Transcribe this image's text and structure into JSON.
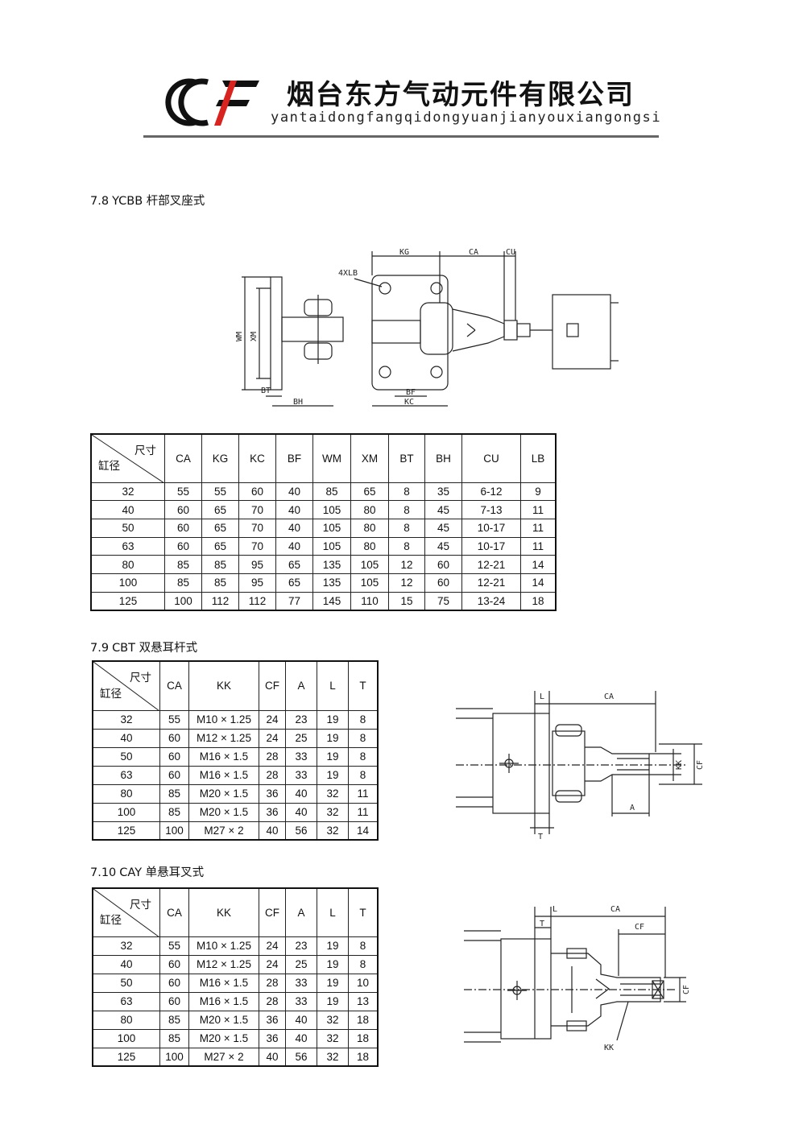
{
  "header": {
    "company_cn": "烟台东方气动元件有限公司",
    "company_en": "yantaidongfangqidongyuanjianyouxiangongsi"
  },
  "sections": [
    {
      "number": "7.8",
      "title": "YCBB 杆部叉座式",
      "corner_top": "尺寸",
      "corner_bottom": "缸径",
      "columns": [
        "CA",
        "KG",
        "KC",
        "BF",
        "WM",
        "XM",
        "BT",
        "BH",
        "CU",
        "LB"
      ],
      "rows": [
        [
          "32",
          "55",
          "55",
          "60",
          "40",
          "85",
          "65",
          "8",
          "35",
          "6-12",
          "9"
        ],
        [
          "40",
          "60",
          "65",
          "70",
          "40",
          "105",
          "80",
          "8",
          "45",
          "7-13",
          "11"
        ],
        [
          "50",
          "60",
          "65",
          "70",
          "40",
          "105",
          "80",
          "8",
          "45",
          "10-17",
          "11"
        ],
        [
          "63",
          "60",
          "65",
          "70",
          "40",
          "105",
          "80",
          "8",
          "45",
          "10-17",
          "11"
        ],
        [
          "80",
          "85",
          "85",
          "95",
          "65",
          "135",
          "105",
          "12",
          "60",
          "12-21",
          "14"
        ],
        [
          "100",
          "85",
          "85",
          "95",
          "65",
          "135",
          "105",
          "12",
          "60",
          "12-21",
          "14"
        ],
        [
          "125",
          "100",
          "112",
          "112",
          "77",
          "145",
          "110",
          "15",
          "75",
          "13-24",
          "18"
        ]
      ],
      "drawing_labels": [
        "KG",
        "CA",
        "CU",
        "4XLB",
        "WM",
        "XM",
        "BT",
        "BH",
        "BF",
        "KC"
      ]
    },
    {
      "number": "7.9",
      "title": "CBT 双悬耳杆式",
      "corner_top": "尺寸",
      "corner_bottom": "缸径",
      "columns": [
        "CA",
        "KK",
        "CF",
        "A",
        "L",
        "T"
      ],
      "rows": [
        [
          "32",
          "55",
          "M10 × 1.25",
          "24",
          "23",
          "19",
          "8"
        ],
        [
          "40",
          "60",
          "M12 × 1.25",
          "24",
          "25",
          "19",
          "8"
        ],
        [
          "50",
          "60",
          "M16 × 1.5",
          "28",
          "33",
          "19",
          "8"
        ],
        [
          "63",
          "60",
          "M16 × 1.5",
          "28",
          "33",
          "19",
          "8"
        ],
        [
          "80",
          "85",
          "M20 × 1.5",
          "36",
          "40",
          "32",
          "11"
        ],
        [
          "100",
          "85",
          "M20 × 1.5",
          "36",
          "40",
          "32",
          "11"
        ],
        [
          "125",
          "100",
          "M27 × 2",
          "40",
          "56",
          "32",
          "14"
        ]
      ],
      "drawing_labels": [
        "L",
        "CA",
        "KK",
        "CF",
        "A",
        "T"
      ]
    },
    {
      "number": "7.10",
      "title": "CAY 单悬耳叉式",
      "corner_top": "尺寸",
      "corner_bottom": "缸径",
      "columns": [
        "CA",
        "KK",
        "CF",
        "A",
        "L",
        "T"
      ],
      "rows": [
        [
          "32",
          "55",
          "M10 × 1.25",
          "24",
          "23",
          "19",
          "8"
        ],
        [
          "40",
          "60",
          "M12 × 1.25",
          "24",
          "25",
          "19",
          "8"
        ],
        [
          "50",
          "60",
          "M16 × 1.5",
          "28",
          "33",
          "19",
          "10"
        ],
        [
          "63",
          "60",
          "M16 × 1.5",
          "28",
          "33",
          "19",
          "13"
        ],
        [
          "80",
          "85",
          "M20 × 1.5",
          "36",
          "40",
          "32",
          "18"
        ],
        [
          "100",
          "85",
          "M20 × 1.5",
          "36",
          "40",
          "32",
          "18"
        ],
        [
          "125",
          "100",
          "M27 × 2",
          "40",
          "56",
          "32",
          "18"
        ]
      ],
      "drawing_labels": [
        "L",
        "CA",
        "T",
        "CF",
        "CF",
        "KK"
      ]
    }
  ],
  "colors": {
    "logo_accent": "#d8231f",
    "ink": "#111111",
    "rule": "#666666"
  }
}
